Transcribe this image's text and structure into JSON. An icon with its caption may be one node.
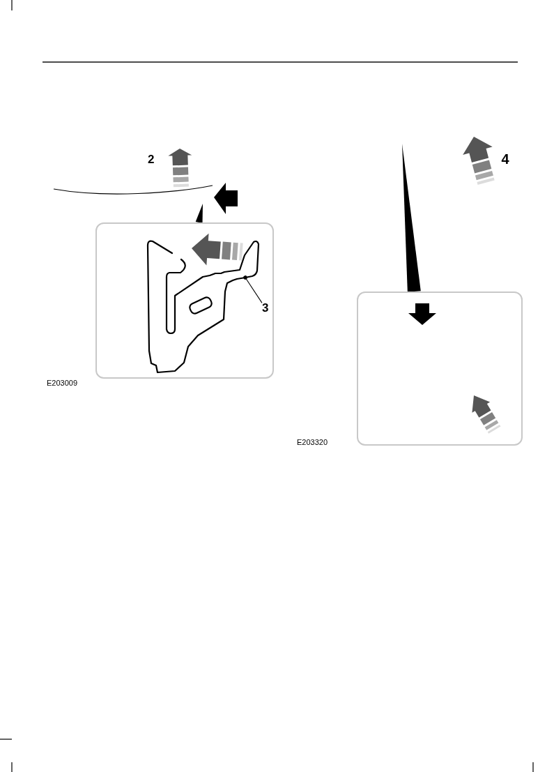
{
  "diagram": {
    "nodes": [
      {
        "text": [],
        "shape": "box"
      },
      {
        "text": [],
        "shape": "picture",
        "in": 0
      },
      {
        "text": [
          "3"
        ],
        "in": 0
      },
      {
        "text": [],
        "shape": "box"
      }
    ],
    "edges": [
      {
        "from": 0,
        "to": null,
        "arrow": "to",
        "style": "thick"
      },
      {
        "from": 2,
        "to": 1,
        "arrow": "other"
      },
      {
        "from": 3,
        "to": null,
        "arrow": "to",
        "style": "thick"
      }
    ],
    "labels": [
      "2",
      "E203009",
      "4",
      "E203320"
    ]
  }
}
